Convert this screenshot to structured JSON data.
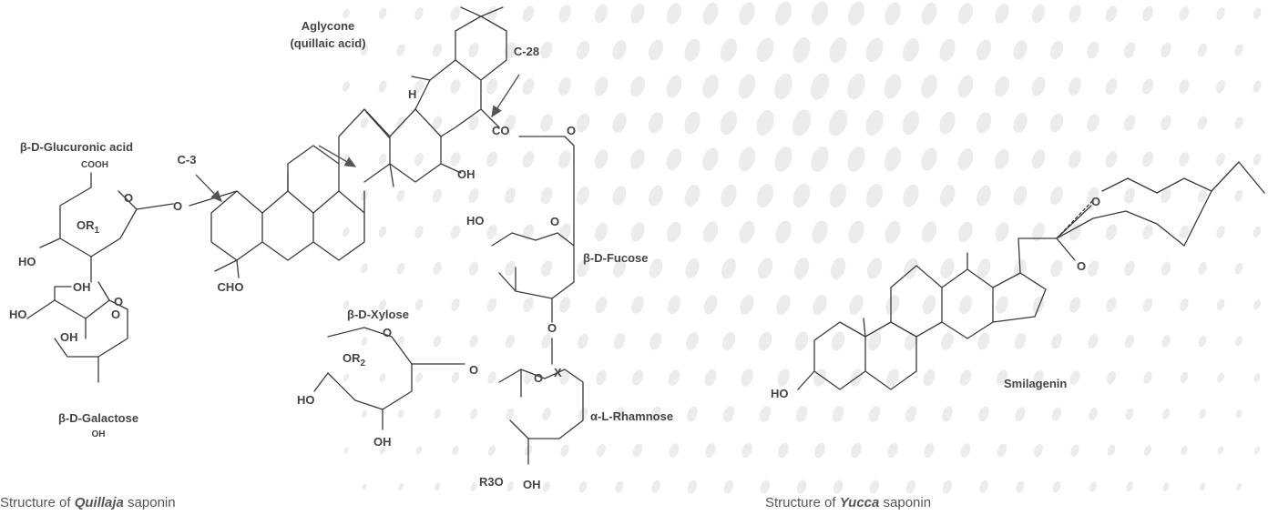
{
  "left_structure": {
    "caption_prefix": "Structure of ",
    "caption_emph": "Quillaja",
    "caption_suffix": " saponin",
    "aglycone_line1": "Aglycone",
    "aglycone_line2": "(quillaic acid)",
    "c28": "C-28",
    "c3": "C-3",
    "glucuronic": "β-D-Glucuronic acid",
    "cooh": "COOH",
    "galactose": "β-D-Galactose",
    "xylose": "β-D-Xylose",
    "fucose": "β-D-Fucose",
    "rhamnose": "α-L-Rhamnose",
    "o": "O",
    "oh": "OH",
    "ho": "HO",
    "or1_base": "OR",
    "or1_sub": "1",
    "or2_base": "OR",
    "or2_sub": "2",
    "h": "H",
    "co": "CO",
    "cho": "CHO",
    "x": "X",
    "r3o": "R3O"
  },
  "right_structure": {
    "caption_prefix": "Structure of ",
    "caption_emph": "Yucca",
    "caption_suffix": " saponin",
    "name": "Smilagenin",
    "o": "O",
    "ho": "HO"
  },
  "colors": {
    "bond": "#3a3a3a",
    "label": "#444444",
    "background_dots": "#ececec"
  }
}
